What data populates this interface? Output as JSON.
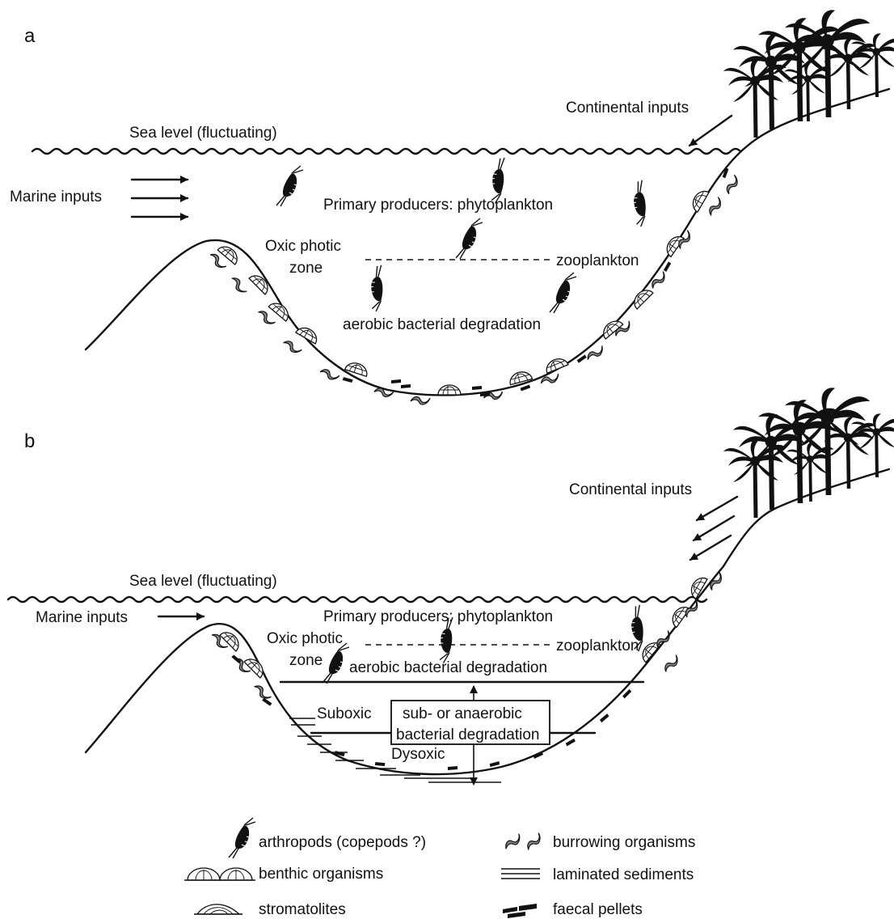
{
  "panel_a": {
    "panel_label": "a",
    "sea_level": "Sea level (fluctuating)",
    "continental_inputs": "Continental inputs",
    "marine_inputs": "Marine inputs",
    "primary_producers": "Primary producers: phytoplankton",
    "oxic_photic_line1": "Oxic photic",
    "oxic_photic_line2": "zone",
    "zooplankton": "zooplankton",
    "aerobic_degradation": "aerobic bacterial degradation"
  },
  "panel_b": {
    "panel_label": "b",
    "sea_level": "Sea level (fluctuating)",
    "continental_inputs": "Continental inputs",
    "marine_inputs": "Marine inputs",
    "primary_producers": "Primary producers: phytoplankton",
    "oxic_photic_line1": "Oxic photic",
    "oxic_photic_line2": "zone",
    "zooplankton": "zooplankton",
    "aerobic_degradation": "aerobic bacterial degradation",
    "suboxic": "Suboxic",
    "dysoxic": "Dysoxic",
    "anaerobic_line1": "sub- or anaerobic",
    "anaerobic_line2": "bacterial degradation"
  },
  "legend": {
    "arthropods": "arthropods (copepods ?)",
    "benthic": "benthic organisms",
    "stromatolites": "stromatolites",
    "burrowing": "burrowing organisms",
    "laminated": "laminated sediments",
    "faecal": "faecal pellets"
  },
  "icons": [
    "arthropod-icon",
    "benthic-organism-icon",
    "stromatolite-icon",
    "burrowing-organism-icon",
    "laminated-sediment-icon",
    "faecal-pellet-icon",
    "palm-tree-icon"
  ]
}
